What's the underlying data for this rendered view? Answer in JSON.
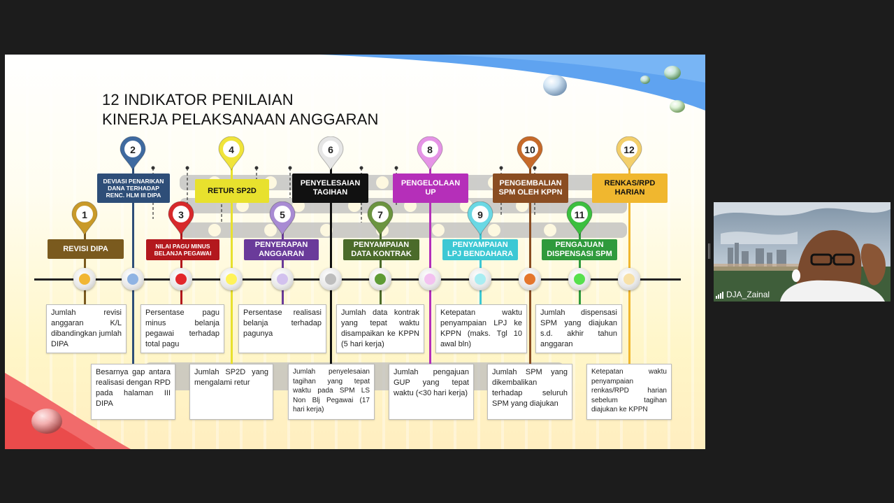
{
  "slide": {
    "title_line1": "12 INDIKATOR PENILAIAN",
    "title_line2": "KINERJA PELAKSANAAN ANGGARAN"
  },
  "indicators": [
    {
      "num": "1",
      "label": "REVISI DIPA",
      "color": "#7a5a1e",
      "pin": "#c99a2a",
      "dot": "#f1b633",
      "desc": "Jumlah revisi anggaran K/L dibandingkan jumlah DIPA"
    },
    {
      "num": "2",
      "label": "DEVIASI PENARIKAN DANA TERHADAP RENC. HLM III DIPA",
      "color": "#2e4e78",
      "pin": "#3f6aa0",
      "dot": "#8fb3e3",
      "desc": "Besarnya gap antara realisasi dengan RPD pada halaman III DIPA"
    },
    {
      "num": "3",
      "label": "NILAI PAGU MINUS BELANJA PEGAWAI",
      "color": "#b3181d",
      "pin": "#d7292b",
      "dot": "#e2262a",
      "desc": "Persentase pagu minus belanja pegawai terhadap total pagu"
    },
    {
      "num": "4",
      "label": "RETUR SP2D",
      "color": "#e8e12d",
      "pin": "#f0e43a",
      "dot": "#fff35a",
      "desc": "Jumlah SP2D yang mengalami retur"
    },
    {
      "num": "5",
      "label": "PENYERAPAN ANGGARAN",
      "color": "#6a3b9a",
      "pin": "#a88bd3",
      "dot": "#d2c1ee",
      "desc": "Persentase realisasi belanja terhadap pagunya"
    },
    {
      "num": "6",
      "label": "PENYELESAIAN TAGIHAN",
      "color": "#111111",
      "pin": "#e6e6e6",
      "dot": "#bdbdbd",
      "desc": "Jumlah penyelesaian tagihan yang tepat waktu pada SPM LS Non Blj Pegawai (17 hari kerja)"
    },
    {
      "num": "7",
      "label": "PENYAMPAIAN DATA KONTRAK",
      "color": "#4b6b2a",
      "pin": "#6b9440",
      "dot": "#5e9b35",
      "desc": "Jumlah data kontrak yang tepat waktu disampaikan ke KPPN (5 hari kerja)"
    },
    {
      "num": "8",
      "label": "PENGELOLAAN UP",
      "color": "#b52fb9",
      "pin": "#e594e6",
      "dot": "#f3c2f0",
      "desc": "Jumlah pengajuan GUP yang tepat waktu (<30 hari kerja)"
    },
    {
      "num": "9",
      "label": "PENYAMPAIAN LPJ BENDAHARA",
      "color": "#3cc8d4",
      "pin": "#6ad8e4",
      "dot": "#a9edf2",
      "desc": "Ketepatan waktu penyampaian LPJ ke KPPN (maks. Tgl 10 awal bln)"
    },
    {
      "num": "10",
      "label": "PENGEMBALIAN SPM OLEH KPPN",
      "color": "#8a4d22",
      "pin": "#c66a2a",
      "dot": "#e4762d",
      "desc": "Jumlah SPM yang dikembalikan terhadap seluruh SPM yang diajukan"
    },
    {
      "num": "11",
      "label": "PENGAJUAN DISPENSASI SPM",
      "color": "#2f9a3c",
      "pin": "#3cbf3f",
      "dot": "#56e04d",
      "desc": "Jumlah dispensasi SPM yang diajukan s.d. akhir tahun anggaran"
    },
    {
      "num": "12",
      "label": "RENKAS/RPD HARIAN",
      "color": "#f0b72f",
      "pin": "#f3cf6b",
      "dot": "#f8e1a8",
      "desc": "Ketepatan waktu penyampaian renkas/RPD harian sebelum tagihan diajukan ke KPPN"
    }
  ],
  "participant": {
    "name": "DJA_Zainal"
  }
}
